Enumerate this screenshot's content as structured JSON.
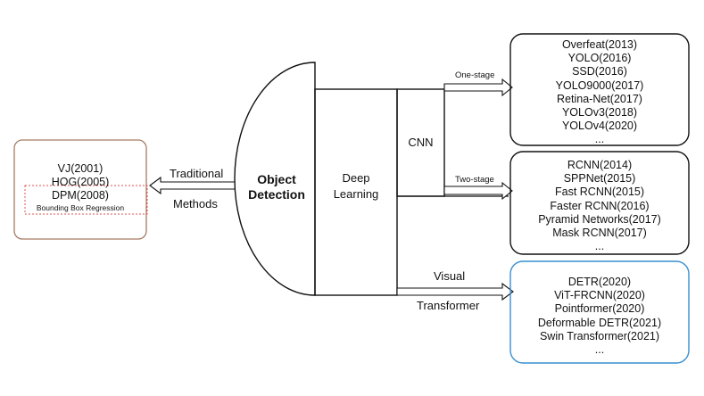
{
  "center": {
    "title_line1": "Object",
    "title_line2": "Detection",
    "deep_line1": "Deep",
    "deep_line2": "Learning",
    "cnn": "CNN"
  },
  "traditional": {
    "arrow_label_top": "Traditional",
    "arrow_label_bottom": "Methods",
    "items": [
      "VJ(2001)",
      "HOG(2005)"
    ],
    "highlight_item": "DPM(2008)",
    "highlight_sub": "Bounding Box Regression"
  },
  "one_stage": {
    "arrow_label": "One-stage",
    "items": [
      "Overfeat(2013)",
      "YOLO(2016)",
      "SSD(2016)",
      "YOLO9000(2017)",
      "Retina-Net(2017)",
      "YOLOv3(2018)",
      "YOLOv4(2020)",
      "..."
    ]
  },
  "two_stage": {
    "arrow_label": "Two-stage",
    "items": [
      "RCNN(2014)",
      "SPPNet(2015)",
      "Fast RCNN(2015)",
      "Faster RCNN(2016)",
      "Pyramid Networks(2017)",
      "Mask RCNN(2017)",
      "..."
    ]
  },
  "visual_transformer": {
    "arrow_label_top": "Visual",
    "arrow_label_bottom": "Transformer",
    "items": [
      "DETR(2020)",
      "ViT-FRCNN(2020)",
      "Pointformer(2020)",
      "Deformable DETR(2021)",
      "Swin Transformer(2021)",
      "..."
    ]
  },
  "colors": {
    "traditional_border": "#a67c64",
    "highlight_border": "#e05050",
    "transformer_border": "#3a8fd0",
    "line": "#111111"
  }
}
